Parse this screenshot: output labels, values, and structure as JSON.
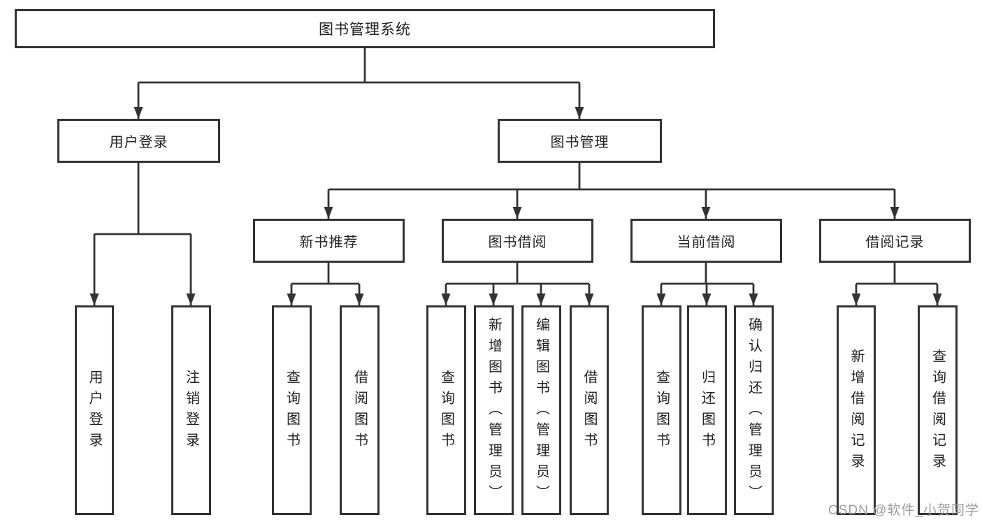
{
  "diagram": {
    "root": {
      "label": "图书管理系统"
    },
    "level2": [
      {
        "label": "用户登录"
      },
      {
        "label": "图书管理"
      }
    ],
    "level3": [
      {
        "label": "新书推荐"
      },
      {
        "label": "图书借阅"
      },
      {
        "label": "当前借阅"
      },
      {
        "label": "借阅记录"
      }
    ],
    "leaves": [
      {
        "label": "用户登录"
      },
      {
        "label": "注销登录"
      },
      {
        "label": "查询图书"
      },
      {
        "label": "借阅图书"
      },
      {
        "label": "查询图书"
      },
      {
        "label": "新增图书（管理员）"
      },
      {
        "label": "编辑图书（管理员）"
      },
      {
        "label": "借阅图书"
      },
      {
        "label": "查询图书"
      },
      {
        "label": "归还图书"
      },
      {
        "label": "确认归还（管理员）"
      },
      {
        "label": "新增借阅记录"
      },
      {
        "label": "查询借阅记录"
      }
    ],
    "colors": {
      "line": "#333333",
      "text": "#222222",
      "background": "#ffffff",
      "watermark_gray": "#9e9e9e"
    },
    "watermark": "CSDN @软件_小贺同学"
  }
}
